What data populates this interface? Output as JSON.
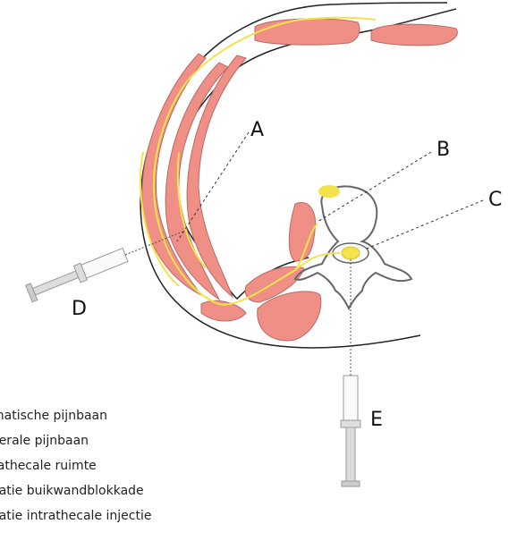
{
  "labels": {
    "a": "A",
    "b": "B",
    "c": "C",
    "d": "D",
    "e": "E"
  },
  "legend": [
    "matische pijnbaan",
    "cerale pijnbaan",
    "rathecale ruimte",
    "catie buikwandblokkade",
    "catie intrathecale injectie"
  ],
  "colors": {
    "muscle": "#ef8f86",
    "muscle_stroke": "#b86b66",
    "nerve": "#f4e24a",
    "outline": "#222222",
    "bone": "#666666"
  }
}
